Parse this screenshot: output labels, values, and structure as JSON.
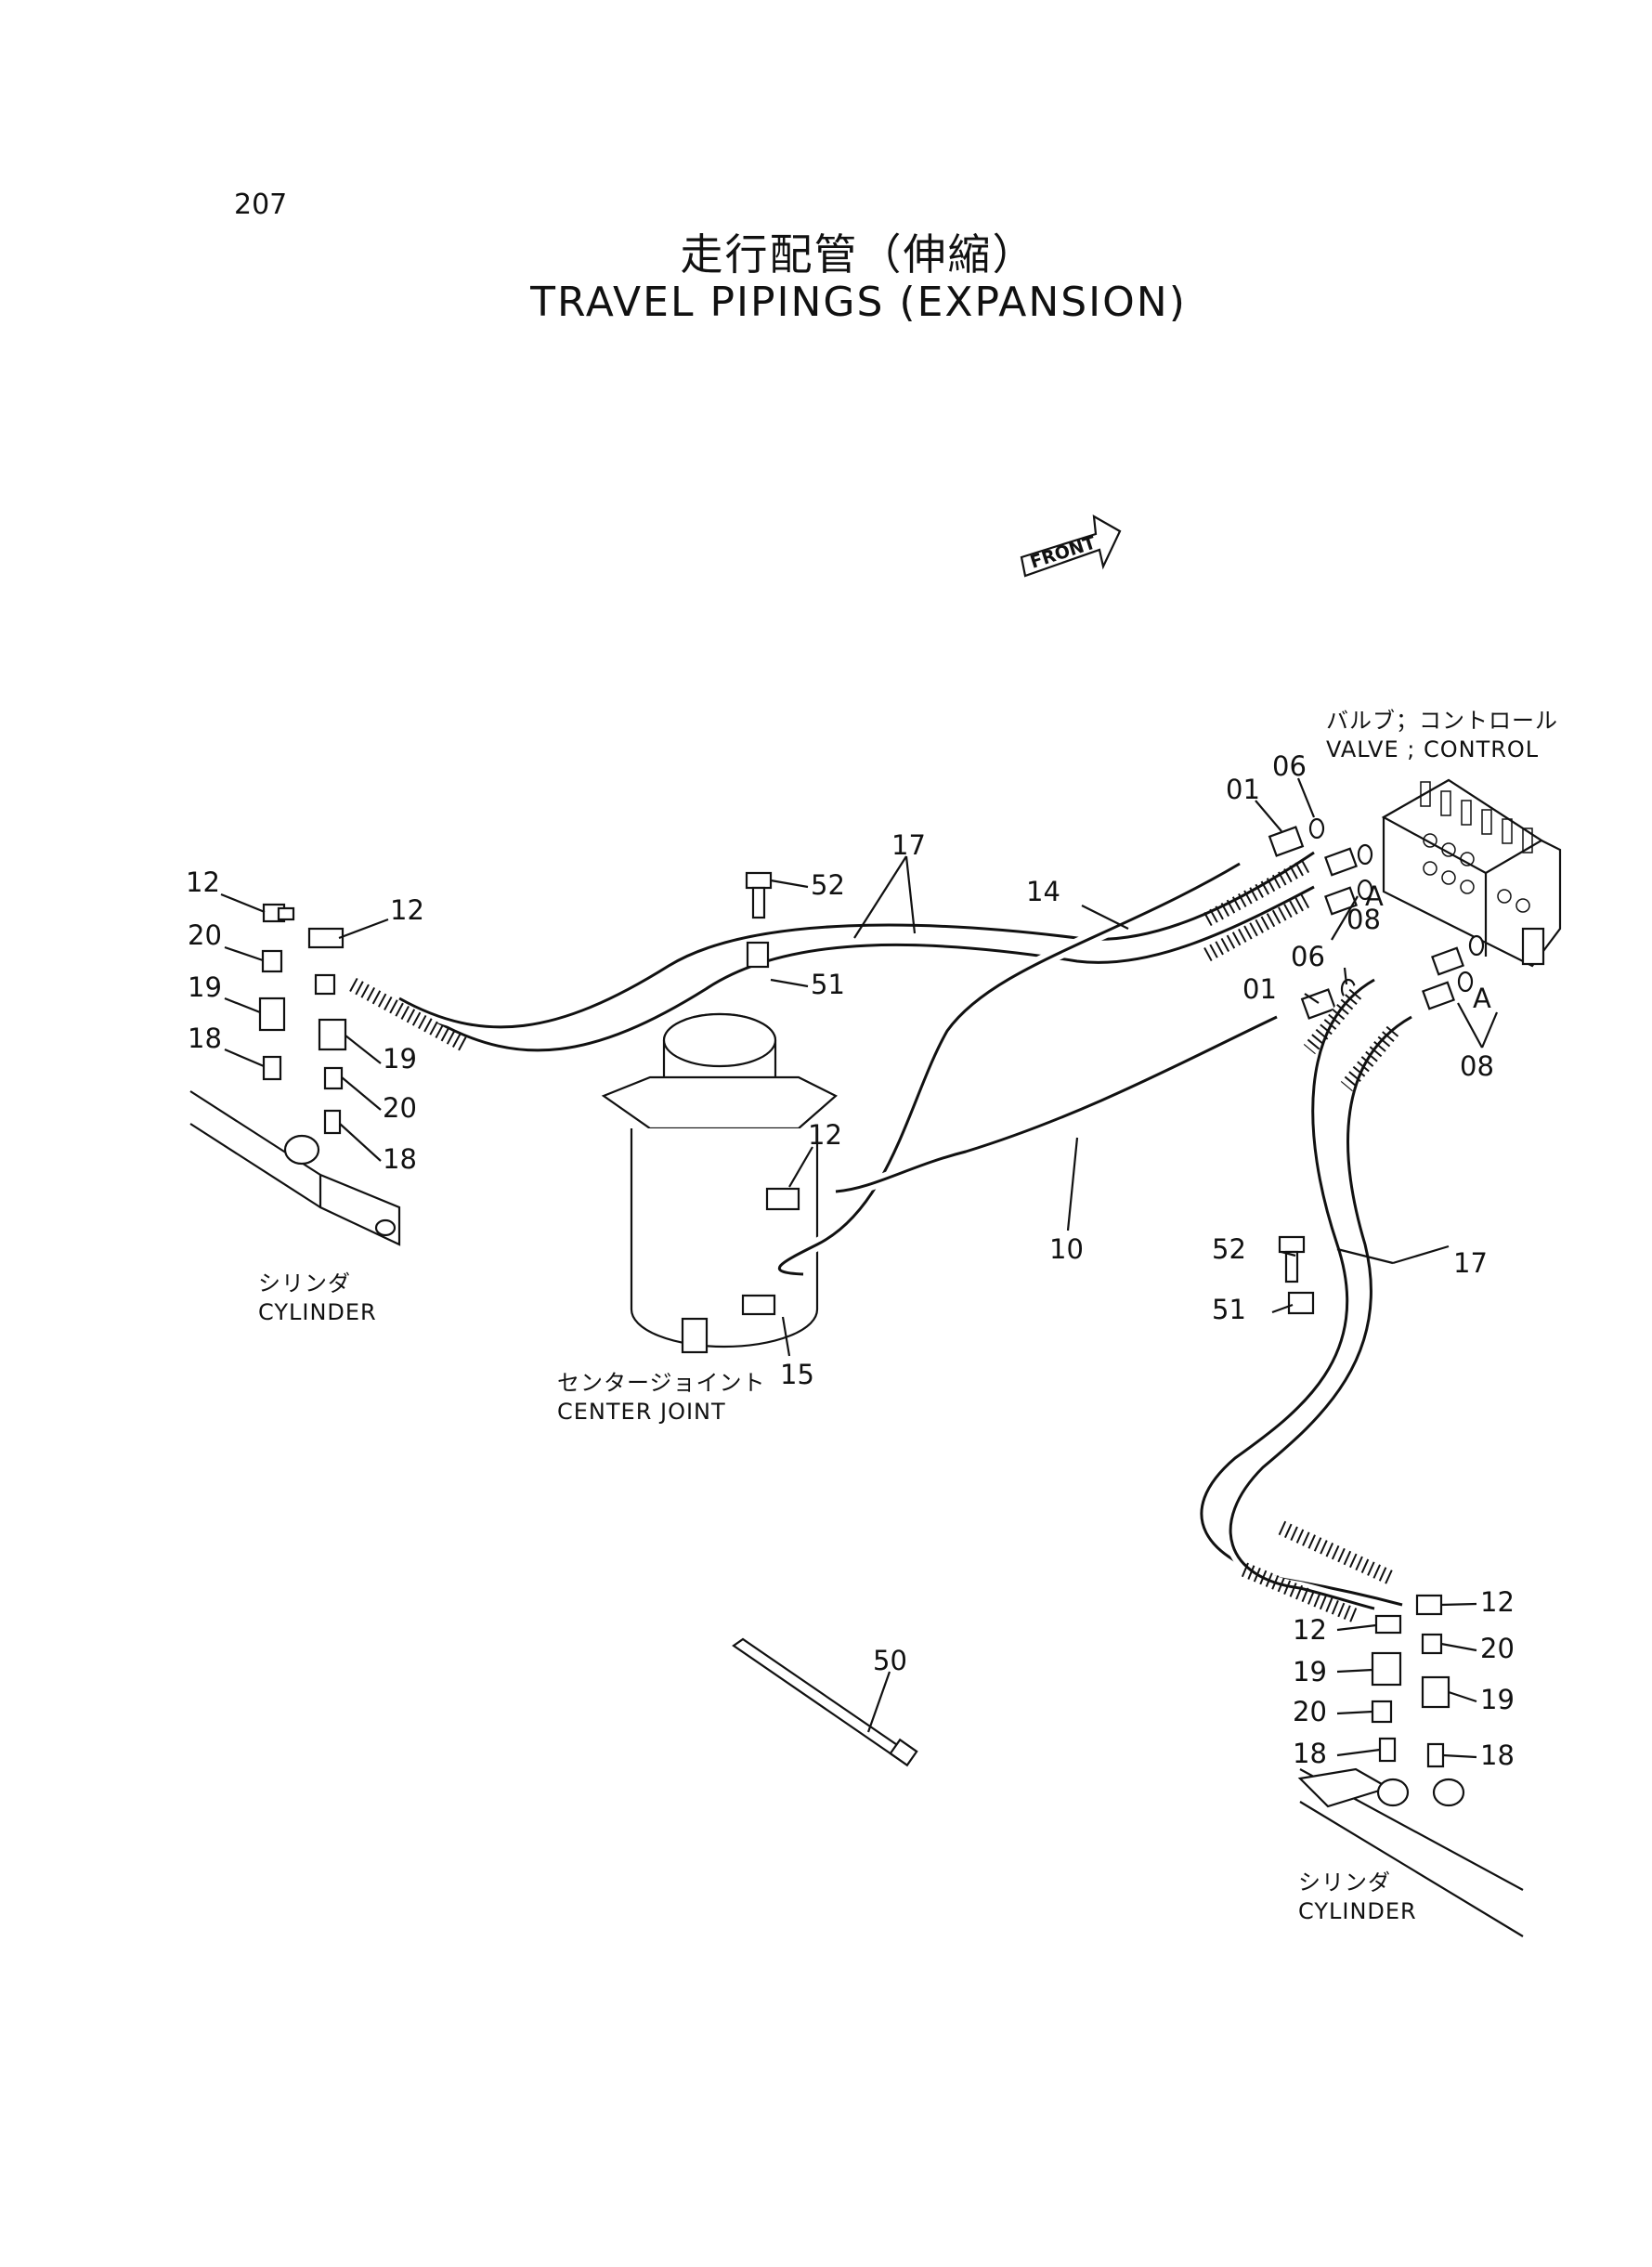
{
  "page": {
    "number": "207"
  },
  "title": {
    "japanese": "走行配管（伸縮）",
    "english": "TRAVEL PIPINGS (EXPANSION)"
  },
  "front_marker": "FRONT",
  "components": {
    "valve_control": {
      "jp": "バルブ；コントロール",
      "en": "VALVE ; CONTROL"
    },
    "center_joint": {
      "jp": "センタージョイント",
      "en": "CENTER JOINT"
    },
    "cylinder_left": {
      "jp": "シリンダ",
      "en": "CYLINDER"
    },
    "cylinder_right": {
      "jp": "シリンダ",
      "en": "CYLINDER"
    }
  },
  "callouts": {
    "c01_upper": "01",
    "c01_lower": "01",
    "c06_upper": "06",
    "c06_lower": "06",
    "c08_upper": "08",
    "c08_lower": "08",
    "cA_upper": "A",
    "cA_lower": "A",
    "c10": "10",
    "c14": "14",
    "c15": "15",
    "c17_top": "17",
    "c17_right": "17",
    "c51_top": "51",
    "c51_right": "51",
    "c52_top": "52",
    "c52_right": "52",
    "c50": "50",
    "c12_left_a": "12",
    "c12_left_b": "12",
    "c12_center": "12",
    "c12_right_a": "12",
    "c12_right_b": "12",
    "c20_left_a": "20",
    "c20_left_b": "20",
    "c20_right_a": "20",
    "c20_right_b": "20",
    "c19_left_a": "19",
    "c19_left_b": "19",
    "c19_right_a": "19",
    "c19_right_b": "19",
    "c18_left_a": "18",
    "c18_left_b": "18",
    "c18_right_a": "18",
    "c18_right_b": "18"
  }
}
